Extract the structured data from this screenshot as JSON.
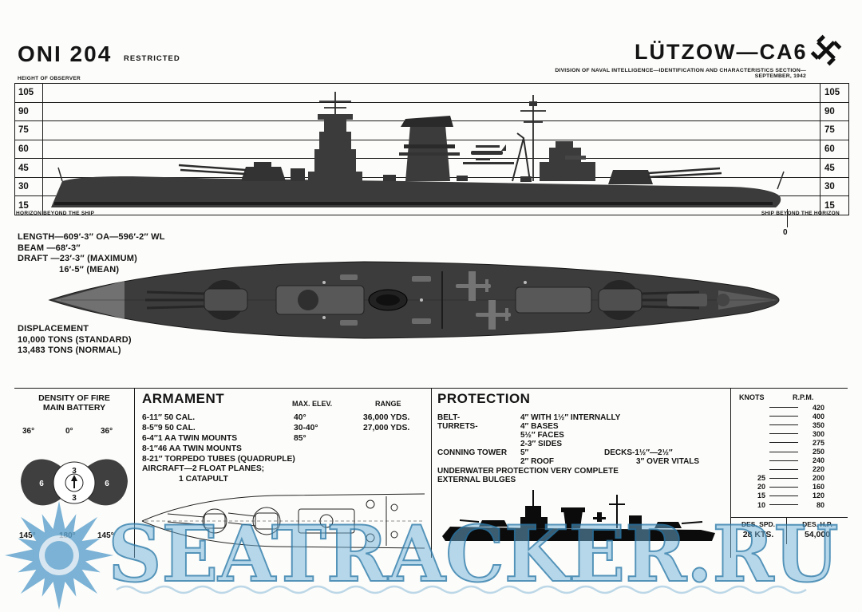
{
  "header": {
    "doc_id": "ONI 204",
    "classification": "RESTRICTED",
    "ship_title": "LÜTZOW—CA6",
    "subtitle": "DIVISION OF NAVAL INTELLIGENCE—IDENTIFICATION AND CHARACTERISTICS SECTION—SEPTEMBER, 1942"
  },
  "range_chart": {
    "observer_label": "HEIGHT OF OBSERVER",
    "scale": [
      "105",
      "90",
      "75",
      "60",
      "45",
      "30",
      "15"
    ],
    "left_caption": "HORIZON BEYOND THE SHIP",
    "right_caption": "SHIP BEYOND THE HORIZON",
    "zero_label": "0"
  },
  "dimensions": {
    "length": "LENGTH—609′-3″ OA—596′-2″ WL",
    "beam": "BEAM —68′-3″",
    "draft_max": "DRAFT —23′-3″ (MAXIMUM)",
    "draft_mean": "16′-5″ (MEAN)"
  },
  "displacement": {
    "title": "DISPLACEMENT",
    "standard": "10,000 TONS (STANDARD)",
    "normal": "13,483 TONS (NORMAL)"
  },
  "density": {
    "title_line1": "DENSITY OF FIRE",
    "title_line2": "MAIN BATTERY",
    "angles_top": [
      "36°",
      "0°",
      "36°"
    ],
    "angles_bottom": [
      "145°",
      "180°",
      "145°"
    ],
    "values": {
      "top": "3",
      "left": "6",
      "right": "6",
      "bottom": "3"
    }
  },
  "armament": {
    "title": "ARMAMENT",
    "elev_header": "MAX. ELEV.",
    "range_header": "RANGE",
    "rows": [
      {
        "gun": "6-11″ 50 CAL.",
        "elev": "40°",
        "range": "36,000 YDS."
      },
      {
        "gun": "8-5″9 50 CAL.",
        "elev": "30-40°",
        "range": "27,000 YDS."
      },
      {
        "gun": "6-4″1 AA TWIN MOUNTS",
        "elev": "85°",
        "range": ""
      },
      {
        "gun": "8-1″46 AA TWIN MOUNTS",
        "elev": "",
        "range": ""
      },
      {
        "gun": "8-21″ TORPEDO TUBES (QUADRUPLE)",
        "elev": "",
        "range": ""
      },
      {
        "gun": "AIRCRAFT—2 FLOAT PLANES;",
        "elev": "",
        "range": ""
      },
      {
        "gun": "1 CATAPULT",
        "elev": "",
        "range": ""
      }
    ]
  },
  "protection": {
    "title": "PROTECTION",
    "belt_label": "BELT-",
    "belt_value": "4″ WITH 1½″ INTERNALLY",
    "turrets_label": "TURRETS-",
    "turret_bases": "4″ BASES",
    "turret_faces": "5½″ FACES",
    "turret_sides": "2-3″ SIDES",
    "conning_label": "CONNING TOWER",
    "conning_value": "5″",
    "conning_roof": "2″ ROOF",
    "decks": "DECKS-1½″—2½″",
    "decks_vitals": "3″ OVER VITALS",
    "underwater": "UNDERWATER PROTECTION VERY COMPLETE",
    "bulges": "EXTERNAL BULGES"
  },
  "performance": {
    "knots_header": "KNOTS",
    "rpm_header": "R.P.M.",
    "ticks": [
      {
        "knots": "",
        "rpm": "420"
      },
      {
        "knots": "",
        "rpm": "400"
      },
      {
        "knots": "",
        "rpm": "350"
      },
      {
        "knots": "",
        "rpm": "300"
      },
      {
        "knots": "",
        "rpm": "275"
      },
      {
        "knots": "",
        "rpm": "250"
      },
      {
        "knots": "",
        "rpm": "240"
      },
      {
        "knots": "",
        "rpm": "220"
      },
      {
        "knots": "25",
        "rpm": "200"
      },
      {
        "knots": "20",
        "rpm": "160"
      },
      {
        "knots": "15",
        "rpm": "120"
      },
      {
        "knots": "10",
        "rpm": "80"
      }
    ],
    "des_spd_label": "DES. SPD.",
    "des_hp_label": "DES. H.P.",
    "des_spd_value": "28 KTS.",
    "des_hp_value": "54,000"
  },
  "watermark": {
    "text": "SEATRACKER.RU"
  },
  "colors": {
    "ink": "#141414",
    "ship_gray": "#3c3c3c",
    "watermark_blue": "#5fa3cd",
    "paper": "#fcfcfa"
  }
}
